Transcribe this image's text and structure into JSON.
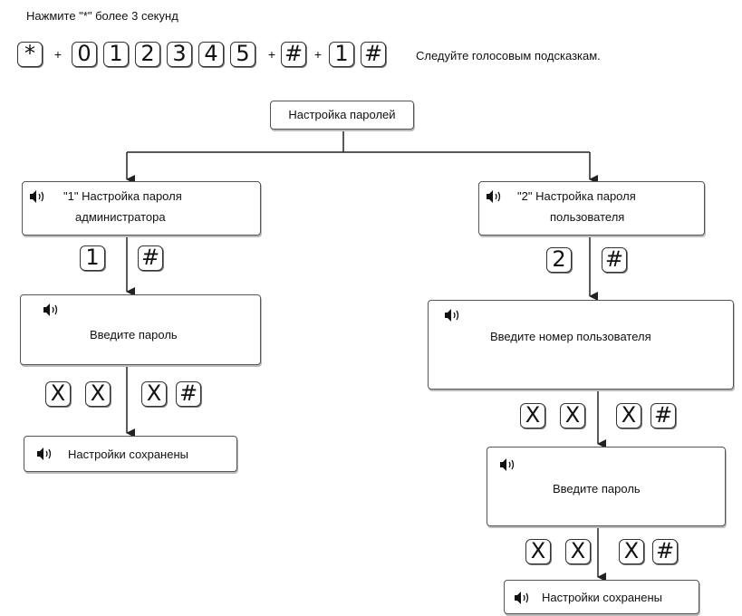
{
  "header": {
    "instruction": "Нажмите \"*\" более 3 секунд",
    "voice_hint": "Следуйте голосовым подсказкам."
  },
  "sequence": {
    "k_star": "*",
    "k_0": "0",
    "k_1": "1",
    "k_2": "2",
    "k_3": "3",
    "k_4": "4",
    "k_5": "5",
    "k_hash1": "#",
    "k_one": "1",
    "k_hash2": "#",
    "plus": "+"
  },
  "root": {
    "label": "Настройка паролей"
  },
  "left": {
    "box1_line1": "\"1\" Настройка пароля",
    "box1_line2": "администратора",
    "keys1": [
      "1",
      "#"
    ],
    "box2": "Введите пароль",
    "keys2": [
      "X",
      "X",
      "X",
      "#"
    ],
    "box3": "Настройки сохранены"
  },
  "right": {
    "box1_line1": "\"2\" Настройка пароля",
    "box1_line2": "пользователя",
    "keys1": [
      "2",
      "#"
    ],
    "box2": "Введите номер пользователя",
    "keys2": [
      "X",
      "X",
      "X",
      "#"
    ],
    "box3": "Введите пароль",
    "keys3": [
      "X",
      "X",
      "X",
      "#"
    ],
    "box4": "Настройки сохранены"
  },
  "icons": {
    "speaker": "speaker-icon"
  }
}
